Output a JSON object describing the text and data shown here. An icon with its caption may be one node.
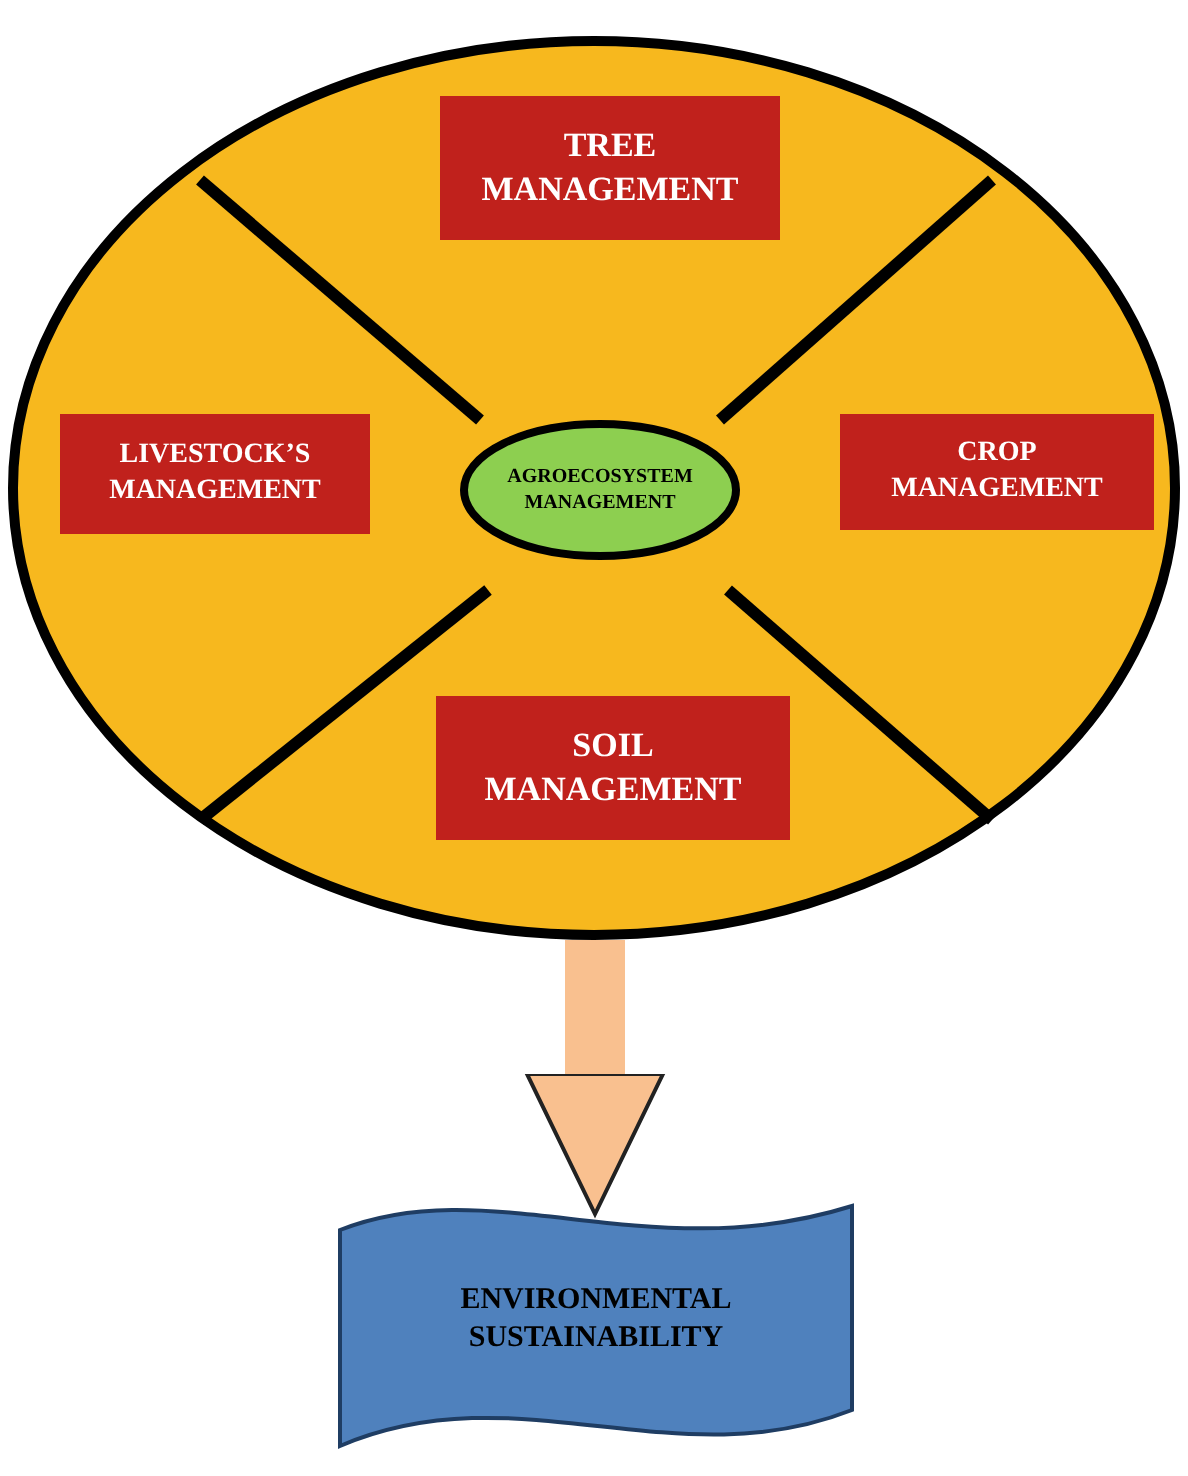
{
  "diagram": {
    "nodes": [
      {
        "text": [],
        "shape": "ellipse"
      },
      {
        "text": [
          "TREE MANAGEMENT"
        ],
        "in": 0
      },
      {
        "text": [
          "LIVESTOCK’S MANAGEMENT"
        ],
        "in": 0
      },
      {
        "text": [
          "AGROECOSYSTEM MANAGEMENT"
        ],
        "in": 0
      },
      {
        "text": [
          "CROP MANAGEMENT"
        ],
        "in": 0
      },
      {
        "text": [
          "SOIL MANAGEMENT"
        ],
        "in": 0
      },
      {
        "text": [
          "ENVIRONMENTAL SUSTAINABILITY"
        ]
      }
    ],
    "edges": [
      {
        "from": 0,
        "to": 6,
        "arrow": "to"
      }
    ]
  }
}
